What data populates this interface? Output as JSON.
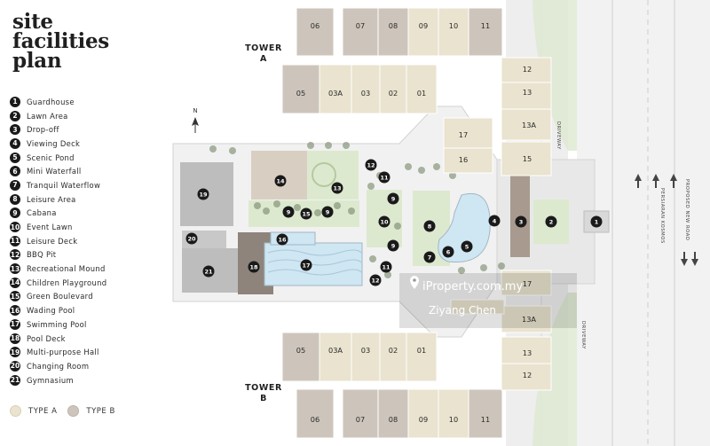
{
  "title_lines": [
    "site",
    "facilities",
    "plan"
  ],
  "facilities": [
    {
      "num": "1",
      "label": "Guardhouse"
    },
    {
      "num": "2",
      "label": "Lawn Area"
    },
    {
      "num": "3",
      "label": "Drop-off"
    },
    {
      "num": "4",
      "label": "Viewing Deck"
    },
    {
      "num": "5",
      "label": "Scenic Pond"
    },
    {
      "num": "6",
      "label": "Mini Waterfall"
    },
    {
      "num": "7",
      "label": "Tranquil Waterflow"
    },
    {
      "num": "8",
      "label": "Leisure Area"
    },
    {
      "num": "9",
      "label": "Cabana"
    },
    {
      "num": "10",
      "label": "Event Lawn"
    },
    {
      "num": "11",
      "label": "Leisure Deck"
    },
    {
      "num": "12",
      "label": "BBQ Pit"
    },
    {
      "num": "13",
      "label": "Recreational Mound"
    },
    {
      "num": "14",
      "label": "Children Playground"
    },
    {
      "num": "15",
      "label": "Green Boulevard"
    },
    {
      "num": "16",
      "label": "Wading Pool"
    },
    {
      "num": "17",
      "label": "Swimming Pool"
    },
    {
      "num": "18",
      "label": "Pool Deck"
    },
    {
      "num": "19",
      "label": "Multi-purpose Hall"
    },
    {
      "num": "20",
      "label": "Changing Room"
    },
    {
      "num": "21",
      "label": "Gymnasium"
    }
  ],
  "unit_types": [
    {
      "label": "TYPE A",
      "color": "#e9e3cf"
    },
    {
      "label": "TYPE B",
      "color": "#cdc5bb"
    }
  ],
  "tower_a": {
    "line1": "TOWER",
    "line2": "A"
  },
  "tower_b": {
    "line1": "TOWER",
    "line2": "B"
  },
  "north_label": "N",
  "unit_labels": [
    "06",
    "07",
    "08",
    "09",
    "10",
    "11",
    "05",
    "03A",
    "03",
    "02",
    "01",
    "12",
    "13",
    "13A",
    "15",
    "17",
    "16"
  ],
  "road_labels": {
    "driveway": "DRIVEWAY",
    "persiaran": "PERSIARAN KOSMOS",
    "proposed": "PROPOSED NEW ROAD"
  },
  "watermark": {
    "site": "iProperty.com.my",
    "author": "Ziyang Chen"
  },
  "colors": {
    "type_a": "#e9e3cf",
    "type_b": "#cdc5bb",
    "water": "#cfe6f3",
    "lawn": "#dde9cf",
    "deck": "#9c8f86",
    "pavement": "#e2e2e2",
    "marker": "#1a1a1a"
  }
}
